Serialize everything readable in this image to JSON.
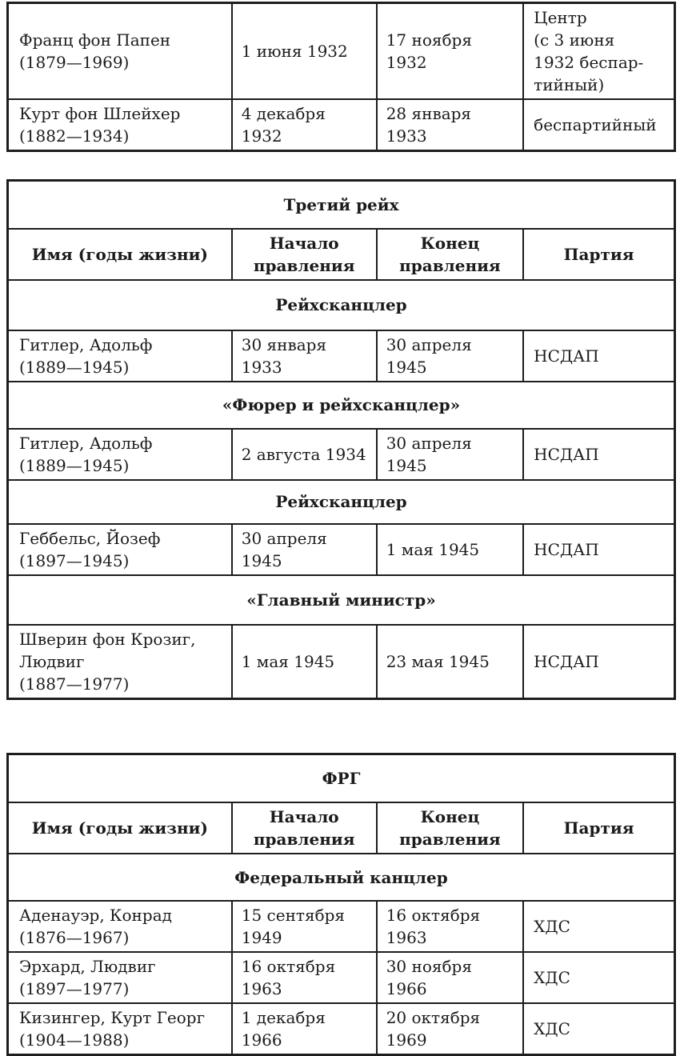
{
  "colors": {
    "background": "#ffffff",
    "text": "#1b1b1b",
    "border": "#1d1d1d"
  },
  "table1": {
    "rows": [
      {
        "name": "Франц фон Папен\n(1879—1969)",
        "start": "1 июня 1932",
        "end": "17 ноября\n1932",
        "party": "Центр\n(с 3 июня\n1932 беспар-\nтийный)"
      },
      {
        "name": "Курт фон Шлейхер\n(1882—1934)",
        "start": "4 декабря\n1932",
        "end": "28 января\n1933",
        "party": "беспартийный"
      }
    ]
  },
  "table2": {
    "title": "Третий рейх",
    "headers": {
      "name": "Имя (годы жизни)",
      "start": "Начало\nправления",
      "end": "Конец\nправления",
      "party": "Партия"
    },
    "section1": "Рейхсканцлер",
    "row1": {
      "name": "Гитлер, Адольф\n(1889—1945)",
      "start": "30 января\n1933",
      "end": "30 апреля\n1945",
      "party": "НСДАП"
    },
    "section2": "«Фюрер и рейхсканцлер»",
    "row2": {
      "name": "Гитлер, Адольф\n(1889—1945)",
      "start": "2 августа 1934",
      "end": "30 апреля\n1945",
      "party": "НСДАП"
    },
    "section3": "Рейхсканцлер",
    "row3": {
      "name": "Геббельс, Йозеф\n(1897—1945)",
      "start": "30 апреля\n1945",
      "end": "1 мая 1945",
      "party": "НСДАП"
    },
    "section4": "«Главный министр»",
    "row4": {
      "name": "Шверин фон Крозиг,\nЛюдвиг\n(1887—1977)",
      "start": "1 мая 1945",
      "end": "23 мая 1945",
      "party": "НСДАП"
    }
  },
  "table3": {
    "title": "ФРГ",
    "headers": {
      "name": "Имя (годы жизни)",
      "start": "Начало\nправления",
      "end": "Конец\nправления",
      "party": "Партия"
    },
    "section1": "Федеральный канцлер",
    "row1": {
      "name": "Аденауэр, Конрад\n(1876—1967)",
      "start": "15 сентября\n1949",
      "end": "16 октября\n1963",
      "party": "ХДС"
    },
    "row2": {
      "name": "Эрхард, Людвиг\n(1897—1977)",
      "start": "16 октября\n1963",
      "end": "30 ноября\n1966",
      "party": "ХДС"
    },
    "row3": {
      "name": "Кизингер, Курт Георг\n(1904—1988)",
      "start": "1 декабря\n1966",
      "end": "20 октября\n1969",
      "party": "ХДС"
    }
  }
}
